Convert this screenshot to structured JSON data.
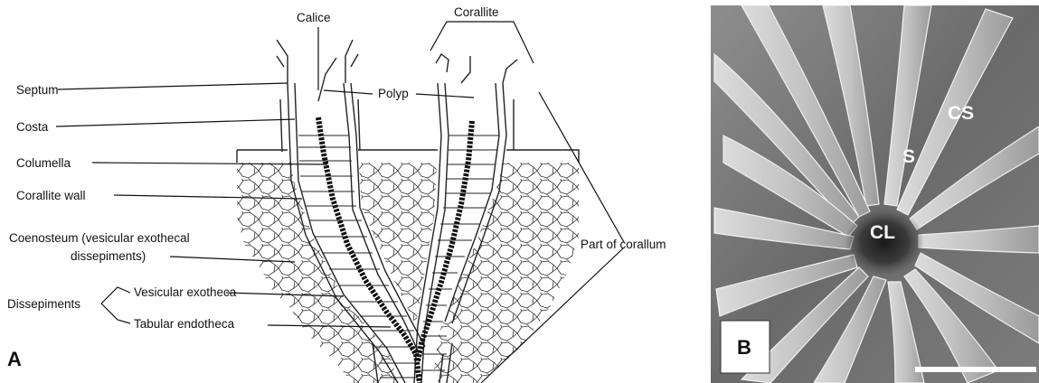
{
  "panel_a": {
    "letter": "A",
    "labels": {
      "calice": "Calice",
      "corallite": "Corallite",
      "septum": "Septum",
      "polyp": "Polyp",
      "costa": "Costa",
      "columella": "Columella",
      "corallite_wall": "Corallite wall",
      "coenosteum_line1": "Coenosteum (vesicular exothecal",
      "coenosteum_line2": "dissepiments)",
      "dissepiments": "Dissepiments",
      "vesicular_exotheca": "Vesicular exotheca",
      "tabular_endotheca": "Tabular endotheca",
      "part_of_corallum": "Part of corallum"
    }
  },
  "panel_b": {
    "letter": "B",
    "labels": {
      "cs": "CS",
      "s": "S",
      "cl": "CL"
    }
  }
}
